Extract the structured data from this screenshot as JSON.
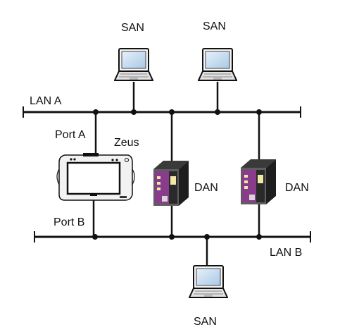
{
  "labels": {
    "lan_a": "LAN A",
    "lan_b": "LAN B",
    "port_a": "Port A",
    "port_b": "Port B",
    "zeus": "Zeus",
    "san_1": "SAN",
    "san_2": "SAN",
    "san_3": "SAN",
    "dan_1": "DAN",
    "dan_2": "DAN"
  },
  "colors": {
    "line": "#111111",
    "laptop_screen": "#cfe3f3",
    "dan_body": "#2a2a2a",
    "dan_panel": "#8a3c8c",
    "dan_display": "#f0e9a8"
  }
}
